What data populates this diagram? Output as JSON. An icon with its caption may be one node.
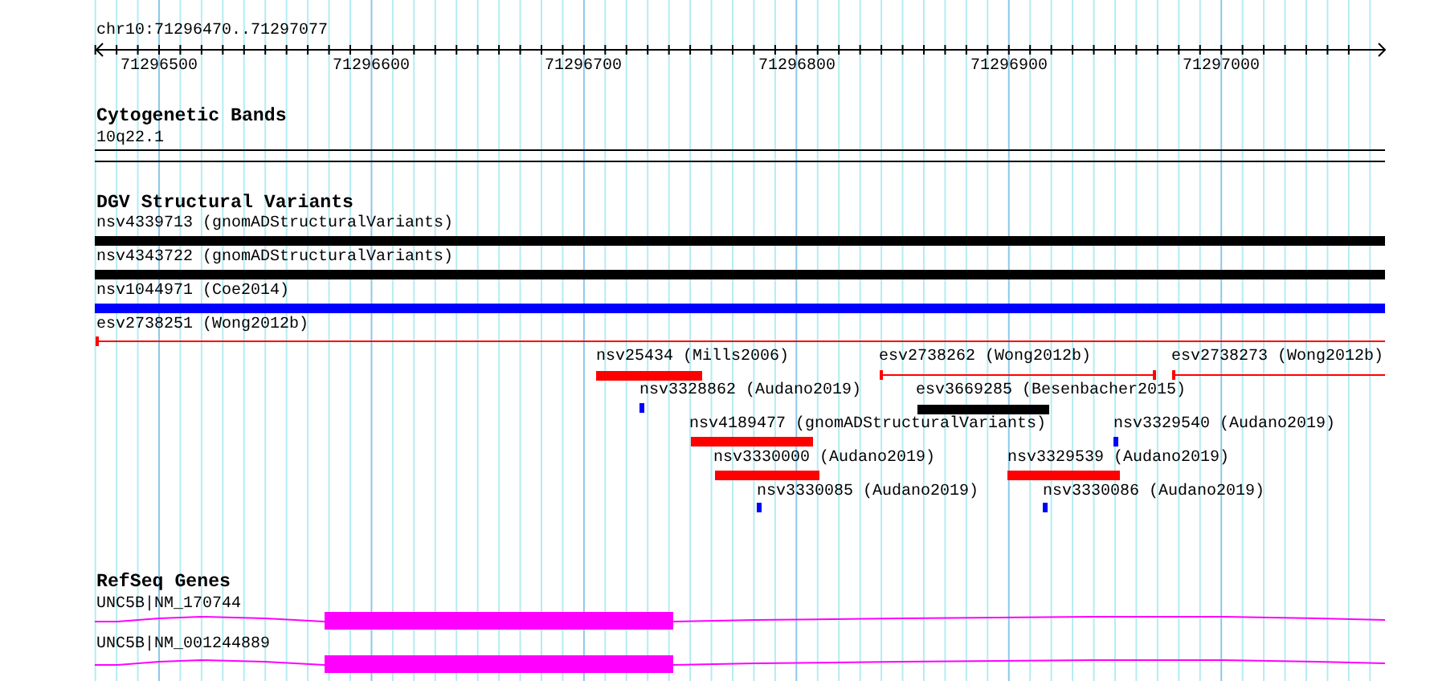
{
  "diagram": {
    "labels": [
      "chr10:71296470..71297077",
      "71296500",
      "71296600",
      "71296700",
      "71296800",
      "71296900",
      "71297000",
      "Cytogenetic Bands",
      "10q22.1",
      "DGV Structural Variants",
      "nsv4339713 (gnomADStructuralVariants)",
      "nsv4343722 (gnomADStructuralVariants)",
      "nsv1044971 (Coe2014)",
      "esv2738251 (Wong2012b)",
      "nsv25434 (Mills2006)",
      "esv2738262 (Wong2012b)",
      "esv2738273 (Wong2012b)",
      "nsv3328862 (Audano2019)",
      "esv3669285 (Besenbacher2015)",
      "nsv4189477 (gnomADStructuralVariants)",
      "nsv3329540 (Audano2019)",
      "nsv3330000 (Audano2019)",
      "nsv3329539 (Audano2019)",
      "nsv3330085 (Audano2019)",
      "nsv3330086 (Audano2019)",
      "RefSeq Genes",
      "UNC5B|NM_170744",
      "UNC5B|NM_001244889"
    ]
  }
}
